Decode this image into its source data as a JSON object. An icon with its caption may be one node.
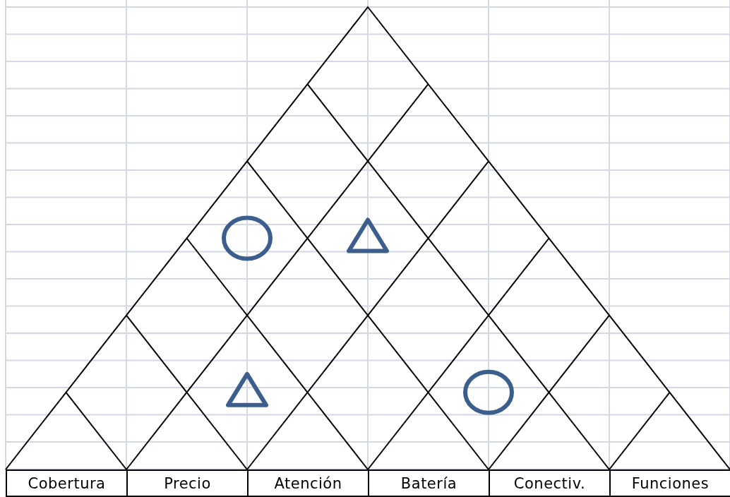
{
  "diagram": {
    "labels": [
      "Cobertura",
      "Precio",
      "Atención",
      "Batería",
      "Conectiv.",
      "Funciones"
    ]
  }
}
